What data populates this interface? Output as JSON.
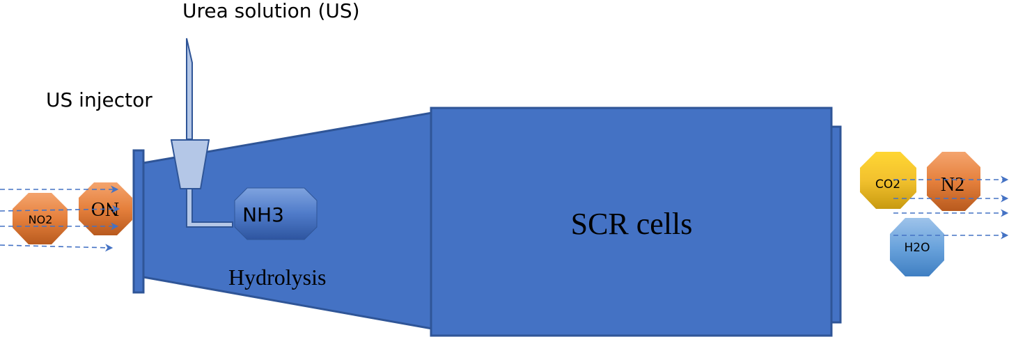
{
  "labels": {
    "urea_solution": "Urea solution (US)",
    "us_injector": "US injector",
    "hydrolysis": "Hydrolysis",
    "scr_cells": "SCR cells"
  },
  "molecules": {
    "no2": "NO2",
    "no": "NO",
    "nh3": "NH3",
    "co2": "CO2",
    "n2": "N2",
    "h2o": "H2O"
  },
  "colors": {
    "body_blue": "#4472c4",
    "body_stroke": "#2f5597",
    "injector_fill": "#b4c7e7",
    "arrow_blue": "#4472c4",
    "orange": "#e07b39",
    "yellow": "#f2c12e",
    "light_blue": "#5b9bd5"
  }
}
